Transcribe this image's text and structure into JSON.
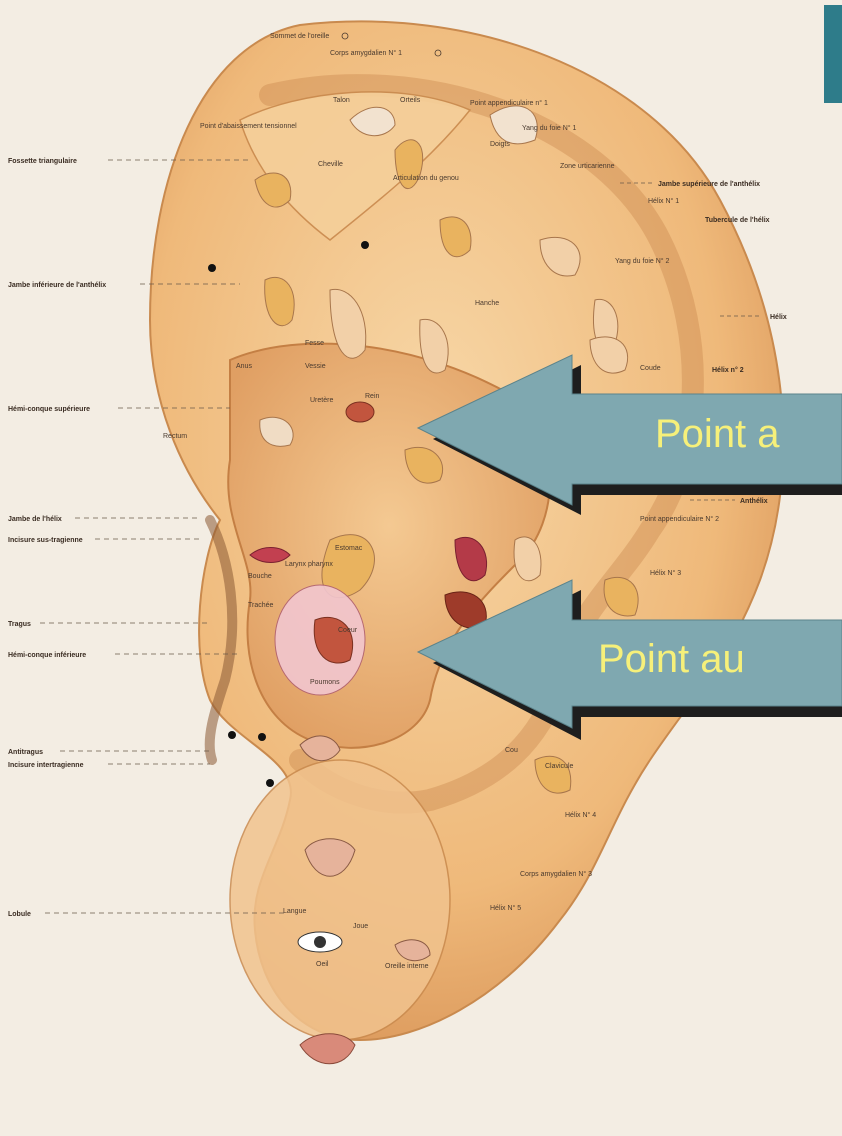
{
  "side_labels": [
    "Fossette triangulaire",
    "Jambe inférieure de l'anthélix",
    "Hémi-conque supérieure",
    "Jambe de l'hélix",
    "Incisure sus-tragienne",
    "Tragus",
    "Hémi-conque inférieure",
    "Antitragus",
    "Incisure intertragienne",
    "Lobule"
  ],
  "top_labels": [
    "Sommet de l'oreille",
    "Corps amygdalien N° 1"
  ],
  "right_labels": [
    "Point appendiculaire n° 1",
    "Yang du foie N° 1",
    "Zone urticarienne",
    "Jambe supérieure de l'anthélix",
    "Hélix N° 1",
    "Tubercule de l'hélix",
    "Yang du foie N° 2",
    "Hélix",
    "Coude",
    "Hélix n° 2",
    "Anthélix",
    "Point appendiculaire N° 2",
    "Hélix N° 3",
    "Cou",
    "Clavicule",
    "Hélix N° 4",
    "Corps amygdalien N° 3",
    "Hélix N° 5"
  ],
  "inner_labels": [
    "Talon",
    "Orteils",
    "Point d'abaissement tensionnel",
    "Doigts",
    "Cheville",
    "Articulation du genou",
    "Hanche",
    "Fesse",
    "Rein",
    "Rectum",
    "Bouche",
    "Estomac",
    "Coeur",
    "Poumons",
    "Vessie",
    "Anus",
    "Uretère",
    "Larynx pharynx",
    "Trachée",
    "Oreille interne",
    "Oeil",
    "Langue",
    "Joue"
  ],
  "callouts": [
    {
      "text": "Point a"
    },
    {
      "text": "Point au"
    }
  ],
  "colors": {
    "arrow": "#7fa8b0",
    "arrow_shadow": "#1e1e1e",
    "callout_text": "#f6f07a",
    "accent_bar": "#2e7c8a"
  }
}
